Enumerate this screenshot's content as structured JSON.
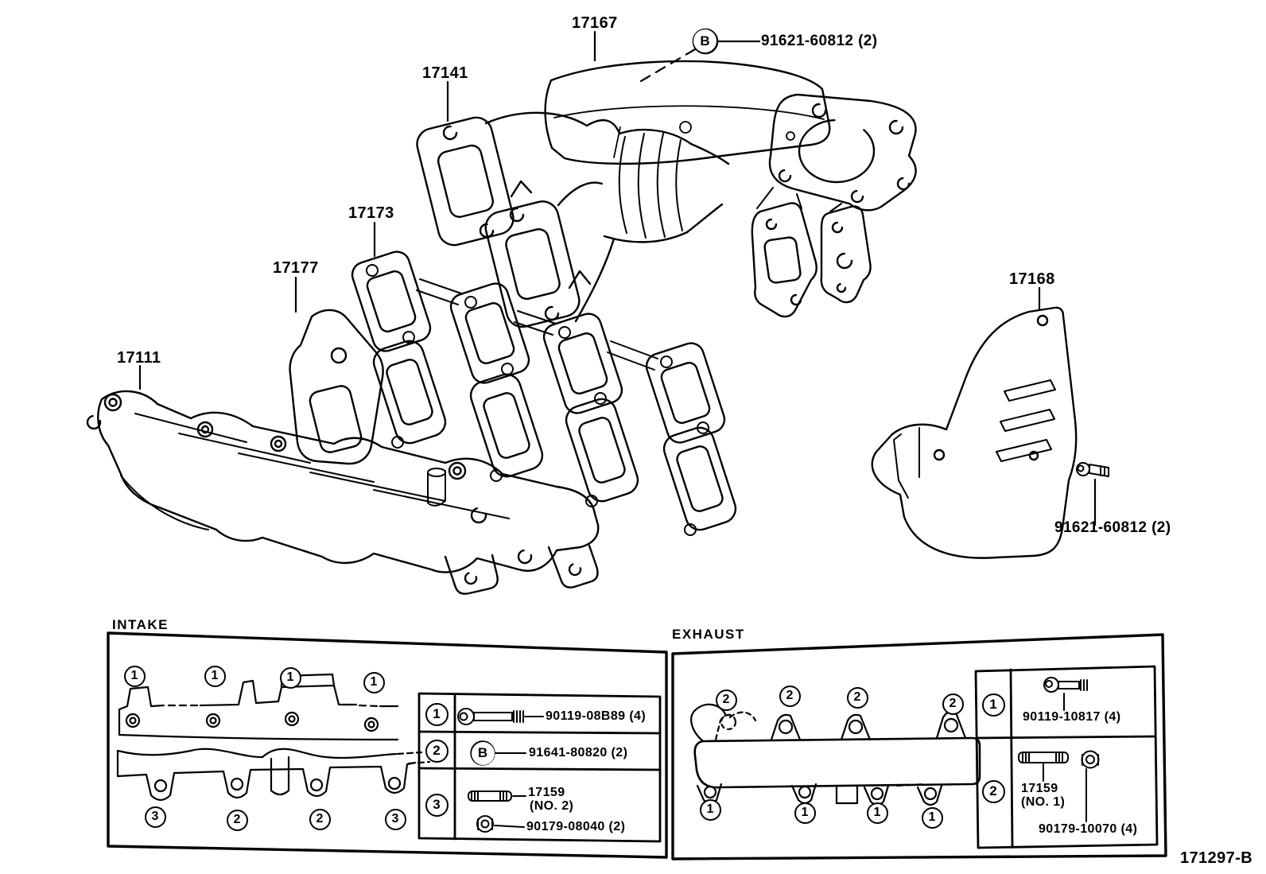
{
  "callouts": {
    "c17167": "17167",
    "c17141": "17141",
    "c17173": "17173",
    "c17177": "17177",
    "c17111": "17111",
    "c17168": "17168",
    "bolt_top": "91621-60812 (2)",
    "bolt_top_marker": "B",
    "bolt_right": "91621-60812 (2)"
  },
  "intake": {
    "title": "INTAKE",
    "markers_top": [
      "1",
      "1",
      "1",
      "1"
    ],
    "markers_bottom": [
      "3",
      "2",
      "2",
      "3"
    ],
    "legend": {
      "r1_num": "1",
      "r1_part": "90119-08B89 (4)",
      "r2_num": "2",
      "r2_marker": "B",
      "r2_part": "91641-80820 (2)",
      "r3_num": "3",
      "r3_stud_part": "17159",
      "r3_stud_note": "(NO. 2)",
      "r3_nut_part": "90179-08040 (2)"
    }
  },
  "exhaust": {
    "title": "EXHAUST",
    "markers_top": [
      "2",
      "2",
      "2",
      "2"
    ],
    "markers_bottom": [
      "1",
      "1",
      "1",
      "1"
    ],
    "legend": {
      "r1_num": "1",
      "r1_part": "90119-10817 (4)",
      "r2_num": "2",
      "r2_stud_part": "17159",
      "r2_stud_note": "(NO. 1)",
      "r2_nut_part": "90179-10070 (4)"
    }
  },
  "footer": {
    "code": "171297-B"
  },
  "colors": {
    "line": "#000000",
    "background": "#ffffff"
  }
}
